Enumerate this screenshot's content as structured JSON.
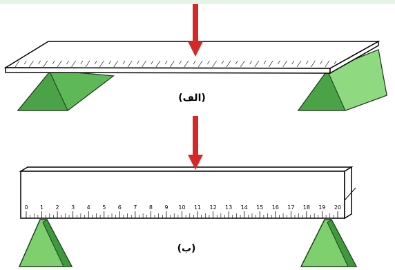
{
  "colors": {
    "frame_top": "#e8f3e8",
    "arrow": "#d62828",
    "support_face": "#7ed06f",
    "support_side": "#3f9a3d",
    "support_outline": "#1e3d1e",
    "ruler_fill": "#ffffff",
    "ruler_outline": "#000000"
  },
  "figure_a": {
    "caption": "(الف)"
  },
  "figure_b": {
    "caption": "(ب)",
    "scale_numbers": [
      "0",
      "1",
      "2",
      "3",
      "4",
      "5",
      "6",
      "7",
      "8",
      "9",
      "10",
      "11",
      "12",
      "13",
      "14",
      "15",
      "16",
      "17",
      "18",
      "19",
      "20"
    ]
  }
}
